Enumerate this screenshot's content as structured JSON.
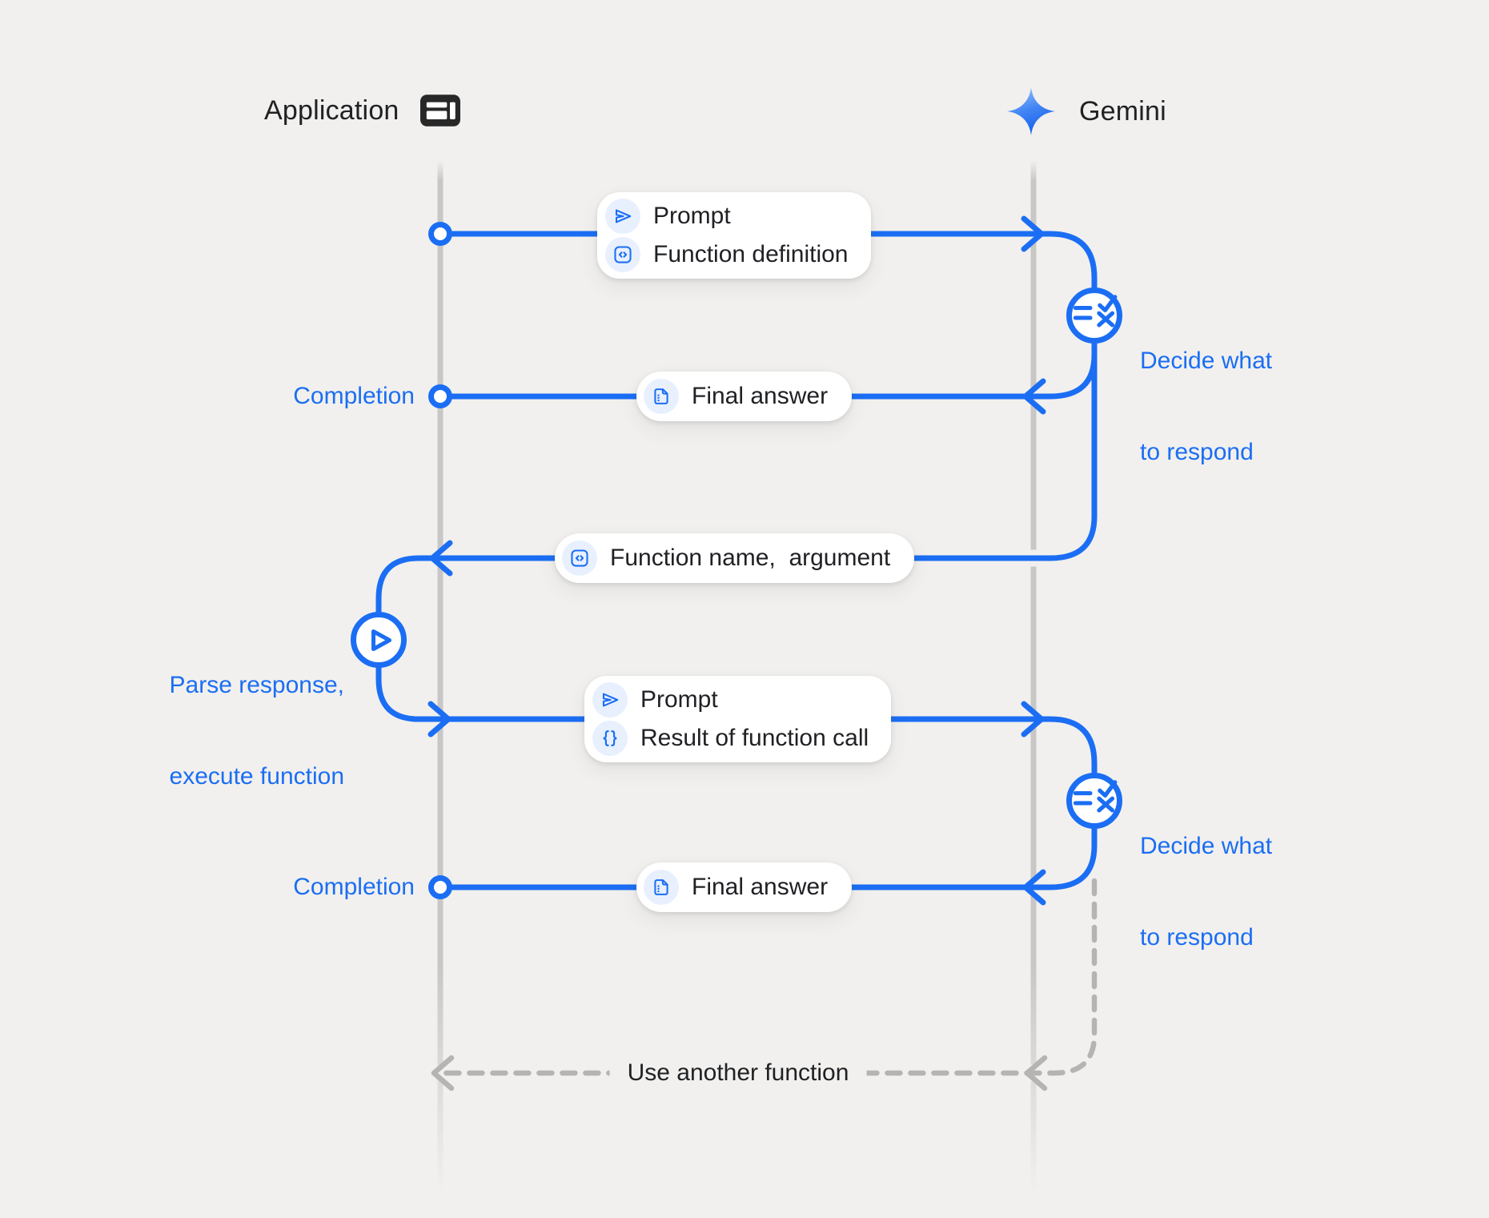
{
  "colors": {
    "background": "#f1f0ee",
    "accent_blue": "#1b6ef3",
    "lifeline_gray": "#c8c7c5",
    "dashed_gray": "#b5b4b2",
    "text_dark": "#202124",
    "chip_bg": "#e8f0fe",
    "card_bg": "#ffffff"
  },
  "header": {
    "application": {
      "label": "Application",
      "icon": "app-window-icon"
    },
    "gemini": {
      "label": "Gemini",
      "icon": "gemini-sparkle-icon"
    }
  },
  "cards": {
    "prompt_function_definition": {
      "rows": [
        {
          "icon": "send-icon",
          "label": "Prompt"
        },
        {
          "icon": "code-block-icon",
          "label": "Function definition"
        }
      ]
    },
    "final_answer_1": {
      "icon": "document-icon",
      "label": "Final answer"
    },
    "function_name_argument": {
      "icon": "code-block-icon",
      "label": "Function name,  argument"
    },
    "prompt_result_of_function_call": {
      "rows": [
        {
          "icon": "send-icon",
          "label": "Prompt"
        },
        {
          "icon": "braces-icon",
          "label": "Result of function call"
        }
      ]
    },
    "final_answer_2": {
      "icon": "document-icon",
      "label": "Final answer"
    }
  },
  "labels": {
    "completion_1": "Completion",
    "completion_2": "Completion",
    "decide_1": {
      "line1": "Decide what",
      "line2": "to respond"
    },
    "decide_2": {
      "line1": "Decide what",
      "line2": "to respond"
    },
    "parse": {
      "line1": "Parse response,",
      "line2": "execute function"
    },
    "use_another_function": "Use another function"
  }
}
